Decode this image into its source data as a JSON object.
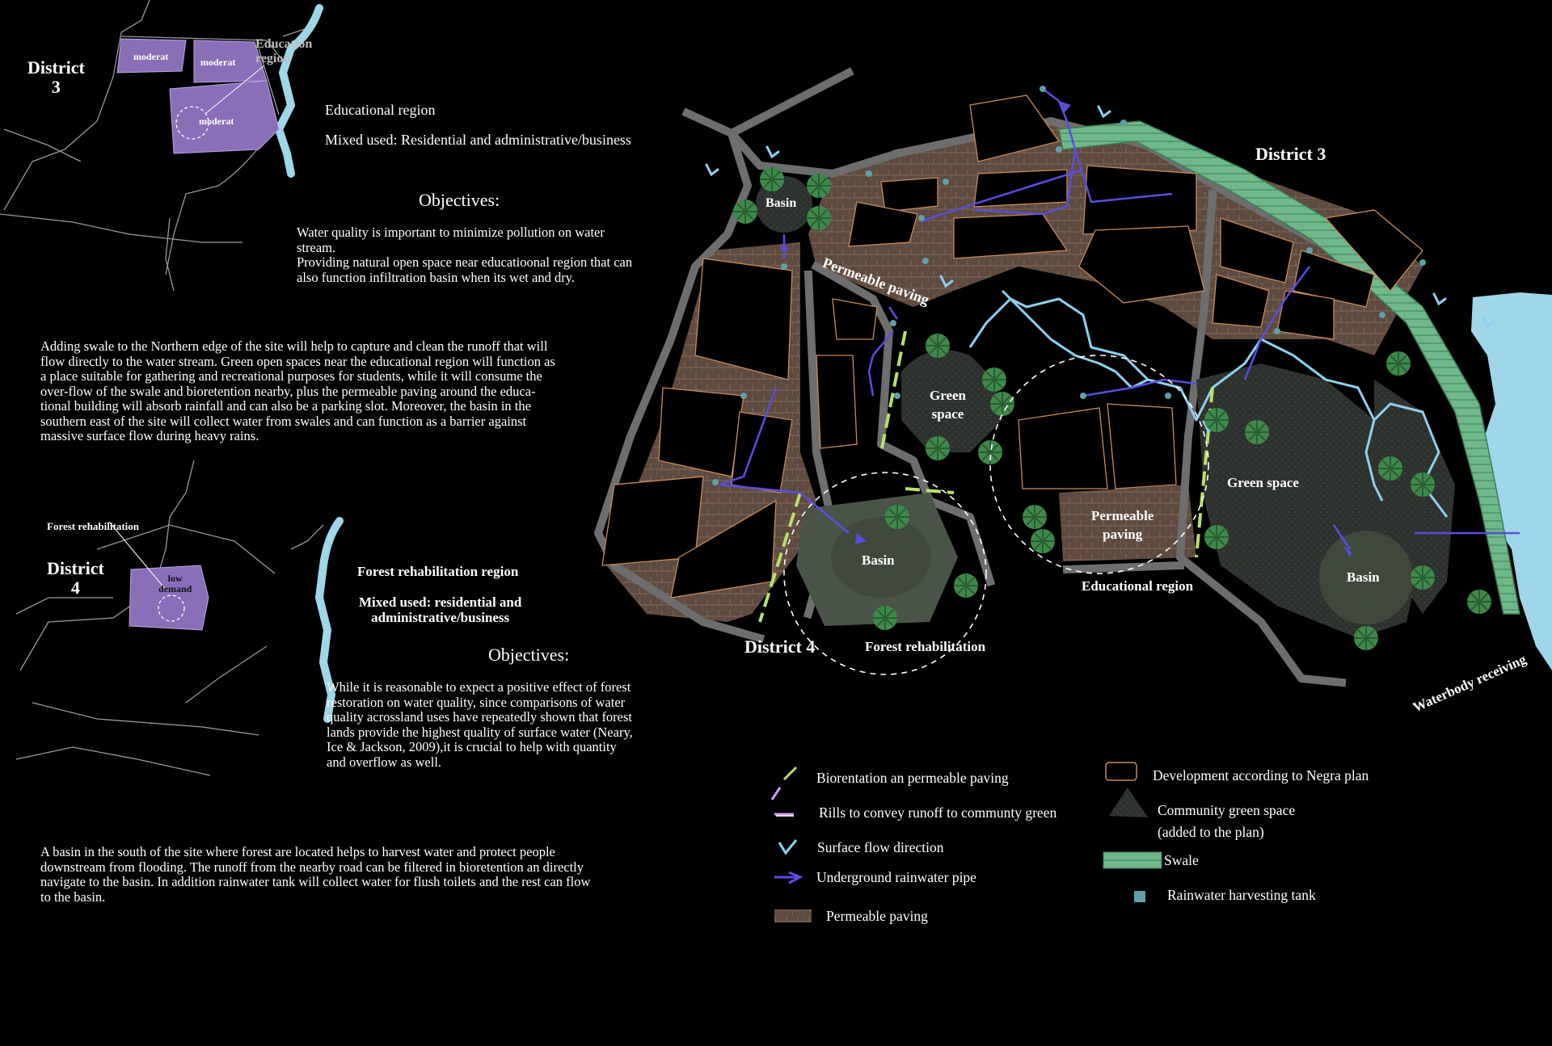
{
  "district3_panel": {
    "district_label": "District\n3",
    "zone_labels": [
      "moderat",
      "moderat",
      "moderat"
    ],
    "region_callout": "Education region",
    "info_lines": [
      "Educational region",
      "Mixed used: Residential and administrative/business"
    ],
    "objectives_title": "Objectives:",
    "objectives_text": "Water quality is important to minimize pollution on water\nstream.\nProviding natural open space near educatioonal region that can\nalso function infiltration basin when its wet and dry.",
    "zone_color": "#8a6fb8"
  },
  "middle_paragraph": "Adding swale to the Northern edge of the site will help to capture and clean the runoff that will\nflow directly to the water stream. Green open spaces near the educational region will function as\na place suitable for gathering and recreational purposes for students, while it will consume the\nover-flow of the swale and bioretention nearby, plus the permeable paving around the educa-\ntional building will absorb rainfall and can also be a parking slot. Moreover, the basin in the\nsouthern east of the site will collect water from swales and can function as a barrier against\nmassive surface flow during heavy rains.",
  "district4_panel": {
    "district_label": "District\n4",
    "callout": "Forest rehabilitation",
    "zone_label": "low\ndemand",
    "region_title": "Forest rehabilitation region",
    "mixed_use": "Mixed used: residential and\nadministrative/business",
    "objectives_title": "Objectives:",
    "objectives_text": "While it is reasonable to expect a positive effect of forest\nrestoration on water quality, since comparisons of water\nquality acrossland uses have repeatedly shown that forest\nlands provide the highest quality of surface water (Neary,\nIce & Jackson, 2009),it is crucial to help with quantity\nand overflow as well.",
    "zone_color": "#8a6fb8"
  },
  "bottom_paragraph": "A basin in the south of the site where forest are located helps to harvest water and protect people\ndownstream from flooding. The runoff from the nearby road can be filtered in bioretention an directly\nnavigate to the basin. In addition rainwater tank will collect water for flush toilets and the rest can flow\nto the basin.",
  "map_labels": {
    "district3": "District 3",
    "district4": "District 4",
    "basin_north": "Basin",
    "basin_south": "Basin",
    "basin_east": "Basin",
    "permeable_paving_road": "Permeable paving",
    "permeable_paving_block": "Permeable\npaving",
    "green_space_center": "Green\nspace",
    "green_space_east": "Green space",
    "educational_region": "Educational region",
    "forest_rehabilitation": "Forest rehabilitation",
    "waterbody": "Waterbody receiving"
  },
  "legend": {
    "left": [
      {
        "icon": "bioretention-icon",
        "label": "Biorentation an permeable paving"
      },
      {
        "icon": "rill-icon",
        "label": "Rills to convey runoff to communty green"
      },
      {
        "icon": "surface-flow-icon",
        "label": "Surface flow direction"
      },
      {
        "icon": "pipe-arrow-icon",
        "label": "Underground rainwater pipe"
      },
      {
        "icon": "paving-swatch-icon",
        "label": "Permeable paving"
      }
    ],
    "right": [
      {
        "icon": "development-outline-icon",
        "label": "Development according to Negra plan"
      },
      {
        "icon": "community-green-icon",
        "label": "Community green space\n  (added to the plan)"
      },
      {
        "icon": "swale-icon",
        "label": "Swale"
      },
      {
        "icon": "tank-icon",
        "label": "Rainwater harvesting tank"
      }
    ]
  },
  "colors": {
    "water": "#9fd6ea",
    "swale": "#6fb88a",
    "paving": "#6b5548",
    "road": "#6e6e6e",
    "pipe": "#5a4de0",
    "lot_outline": "#c98a5a",
    "tree": "#3f8a4a",
    "bioretention": "#b8e06a"
  }
}
